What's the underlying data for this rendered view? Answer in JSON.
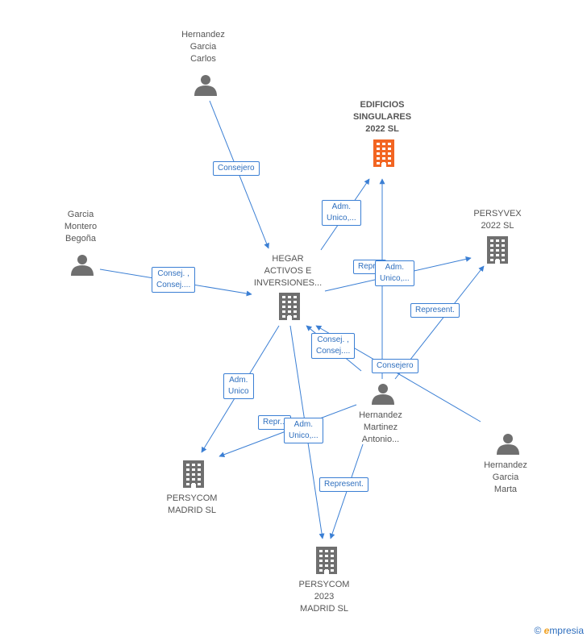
{
  "nodes": [
    {
      "id": "hgc",
      "label": "Hernandez\nGarcia\nCarlos",
      "kind": "person"
    },
    {
      "id": "gmb",
      "label": "Garcia\nMontero\nBegoña",
      "kind": "person"
    },
    {
      "id": "hma",
      "label": "Hernandez\nMartinez\nAntonio...",
      "kind": "person"
    },
    {
      "id": "hgm",
      "label": "Hernandez\nGarcia\nMarta",
      "kind": "person"
    },
    {
      "id": "edificios",
      "label": "EDIFICIOS\nSINGULARES\n2022  SL",
      "kind": "company-focus"
    },
    {
      "id": "hegar",
      "label": "HEGAR\nACTIVOS E\nINVERSIONES...",
      "kind": "company"
    },
    {
      "id": "persyvex",
      "label": "PERSYVEX\n2022  SL",
      "kind": "company"
    },
    {
      "id": "persycom_madrid",
      "label": "PERSYCOM\nMADRID SL",
      "kind": "company"
    },
    {
      "id": "persycom_2023",
      "label": "PERSYCOM\n2023\nMADRID  SL",
      "kind": "company"
    }
  ],
  "edges": [
    {
      "from": "hgc",
      "to": "hegar",
      "label": "Consejero"
    },
    {
      "from": "gmb",
      "to": "hegar",
      "label": "Consej. ,\nConsej...."
    },
    {
      "from": "hegar",
      "to": "edificios",
      "label": "Adm.\nUnico,..."
    },
    {
      "from": "hegar",
      "to": "persyvex",
      "label": "Repr..."
    },
    {
      "from": "hma",
      "to": "edificios",
      "label": "Adm.\nUnico,..."
    },
    {
      "from": "hma",
      "to": "persyvex",
      "label": "Represent."
    },
    {
      "from": "hma",
      "to": "hegar",
      "label": "Consej. ,\nConsej...."
    },
    {
      "from": "hgm",
      "to": "hegar",
      "label": "Consejero"
    },
    {
      "from": "hegar",
      "to": "persycom_madrid",
      "label": "Adm.\nUnico"
    },
    {
      "from": "hma",
      "to": "persycom_madrid",
      "label": "Repr..."
    },
    {
      "from": "hegar",
      "to": "persycom_2023",
      "label": "Adm.\nUnico,..."
    },
    {
      "from": "hma",
      "to": "persycom_2023",
      "label": "Represent."
    }
  ],
  "brand": {
    "copyright": "©",
    "e": "e",
    "rest": "mpresia"
  },
  "colors": {
    "edge": "#3b7fd4",
    "icon": "#6f6f6f",
    "focus": "#f26522"
  }
}
